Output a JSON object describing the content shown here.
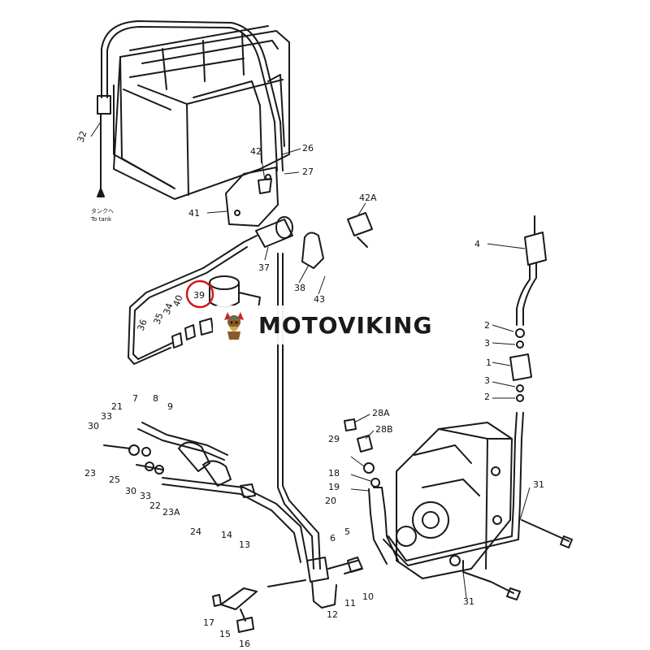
{
  "diagram": {
    "tank_note_jp": "タンクへ",
    "tank_note_en": "To tank",
    "labels": [
      "32",
      "26",
      "27",
      "42",
      "41",
      "42A",
      "37",
      "38",
      "43",
      "39",
      "40",
      "34",
      "35",
      "36",
      "4",
      "2",
      "3",
      "1",
      "3",
      "2",
      "28A",
      "28B",
      "29",
      "18",
      "19",
      "20",
      "21",
      "7",
      "8",
      "9",
      "33",
      "30",
      "23",
      "25",
      "30",
      "33",
      "22",
      "23A",
      "24",
      "14",
      "13",
      "6",
      "5",
      "11",
      "10",
      "12",
      "17",
      "15",
      "16",
      "31",
      "31"
    ],
    "highlighted_label": "39",
    "highlight_color": "#d11a1a"
  },
  "watermark": {
    "text": "MOTOVIKING",
    "logo": "viking-mascot-icon"
  }
}
